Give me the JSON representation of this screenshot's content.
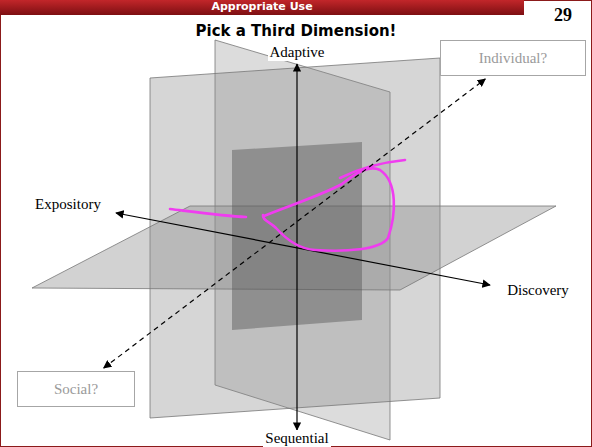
{
  "diagram": {
    "title": "Pick a Third Dimension!",
    "nodes": [
      {
        "text": [
          "Individual?"
        ]
      },
      {
        "text": [
          "Social?"
        ]
      }
    ],
    "edges": [
      {
        "from": 1,
        "to": 0,
        "arrow": "both"
      }
    ],
    "labels": [
      "Appropriate Use",
      "29",
      "Adaptive",
      "Expository",
      "Discovery",
      "Sequential"
    ]
  }
}
